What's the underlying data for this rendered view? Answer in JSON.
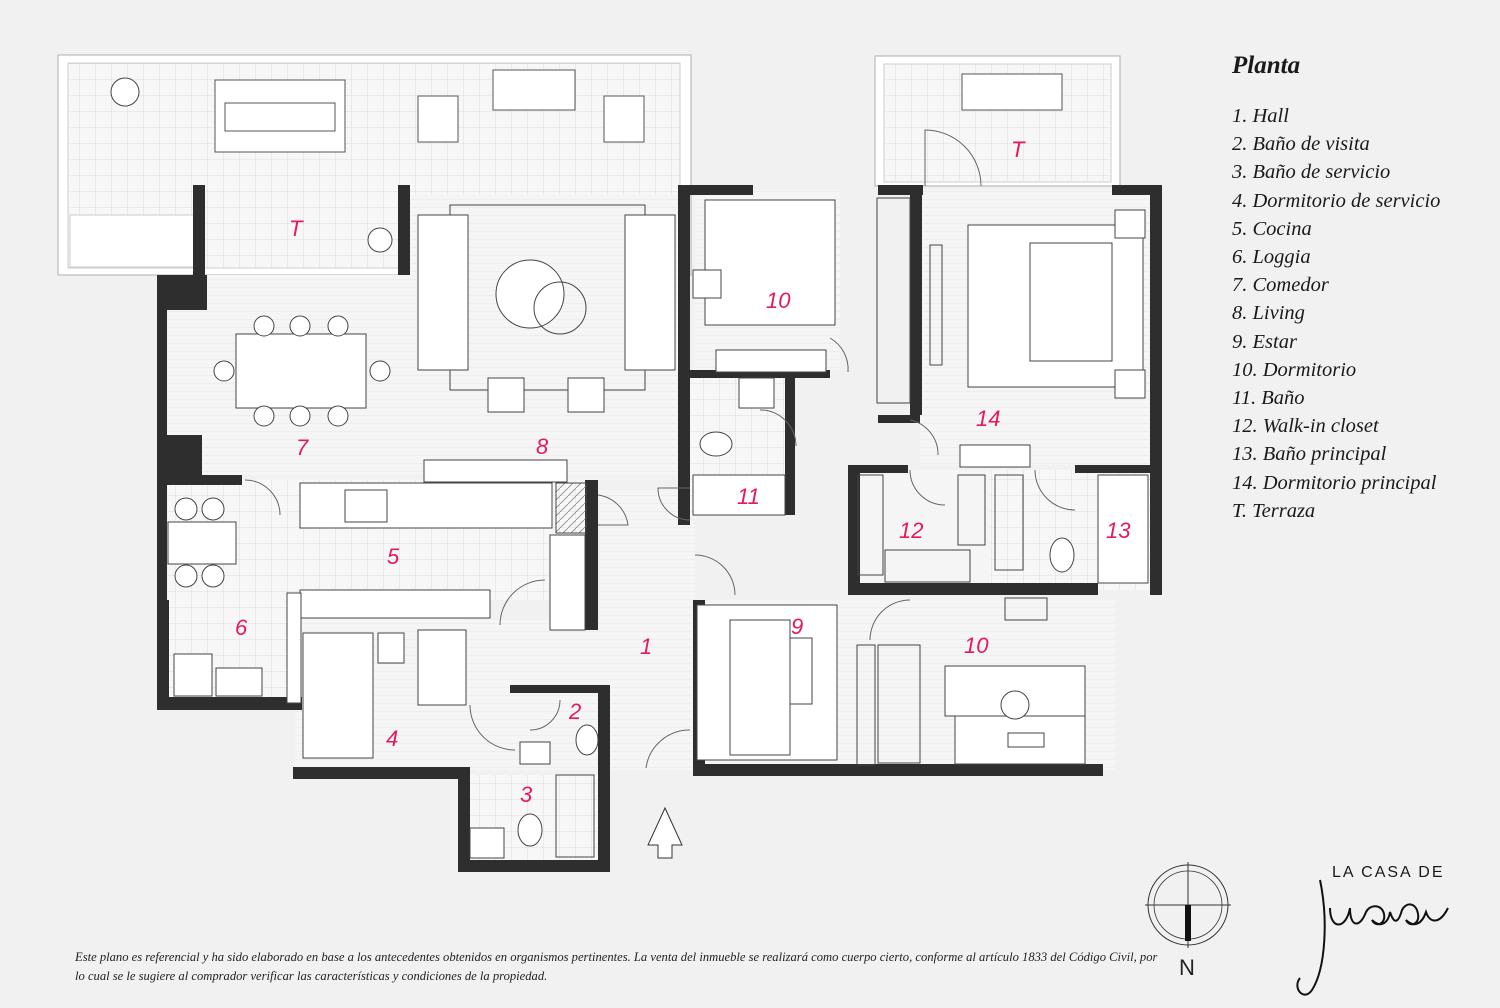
{
  "legend": {
    "title": "Planta",
    "items": [
      "1. Hall",
      "2. Baño de visita",
      "3. Baño de servicio",
      "4. Dormitorio de servicio",
      "5. Cocina",
      "6. Loggia",
      "7. Comedor",
      "8. Living",
      "9. Estar",
      "10. Dormitorio",
      "11. Baño",
      "12. Walk-in closet",
      "13. Baño principal",
      "14. Dormitorio principal",
      "T. Terraza"
    ]
  },
  "room_labels": {
    "r1": "1",
    "r2": "2",
    "r3": "3",
    "r4": "4",
    "r5": "5",
    "r6": "6",
    "r7": "7",
    "r8": "8",
    "r9": "9",
    "r10a": "10",
    "r10b": "10",
    "r11": "11",
    "r12": "12",
    "r13": "13",
    "r14": "14",
    "t1": "T",
    "t2": "T"
  },
  "compass": {
    "label": "N"
  },
  "brand": {
    "top": "LA CASA DE",
    "script": "Juana"
  },
  "disclaimer": "Este plano es referencial y ha sido elaborado en base a los antecedentes obtenidos en organismos pertinentes.  La venta del inmueble se realizará como cuerpo cierto, conforme al artículo 1833 del Código Civil, por lo cual se le sugiere al comprador verificar las características y condiciones de la propiedad.",
  "colors": {
    "wall": "#2e2e2e",
    "label": "#e5195d",
    "background": "#f1f1f1",
    "furniture": "#ffffff"
  }
}
